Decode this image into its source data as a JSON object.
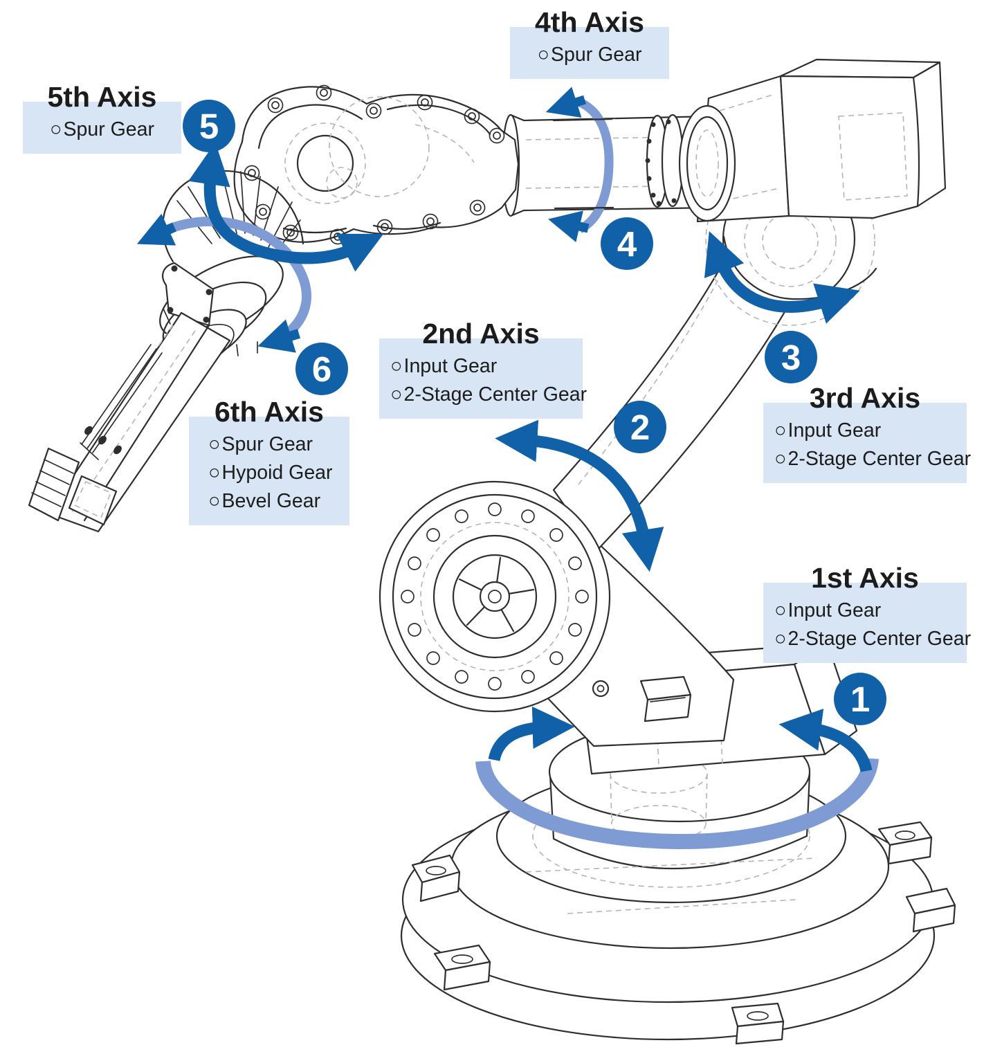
{
  "bullet": "○",
  "axes": [
    {
      "number": "1",
      "title": "1st Axis",
      "gears": [
        "Input Gear",
        "2-Stage Center Gear"
      ]
    },
    {
      "number": "2",
      "title": "2nd Axis",
      "gears": [
        "Input Gear",
        "2-Stage Center Gear"
      ]
    },
    {
      "number": "3",
      "title": "3rd Axis",
      "gears": [
        "Input Gear",
        "2-Stage Center Gear"
      ]
    },
    {
      "number": "4",
      "title": "4th Axis",
      "gears": [
        "Spur Gear"
      ]
    },
    {
      "number": "5",
      "title": "5th Axis",
      "gears": [
        "Spur Gear"
      ]
    },
    {
      "number": "6",
      "title": "6th Axis",
      "gears": [
        "Spur Gear",
        "Hypoid Gear",
        "Bevel Gear"
      ]
    }
  ],
  "colors": {
    "badge_blue": "#1161a8",
    "band_blue": "#7f9bd3",
    "label_bg": "#d8e5f4",
    "text": "#1c1c1c",
    "line": "#2e2e2e",
    "hidden_line": "#b4b4b4",
    "background": "#ffffff"
  }
}
